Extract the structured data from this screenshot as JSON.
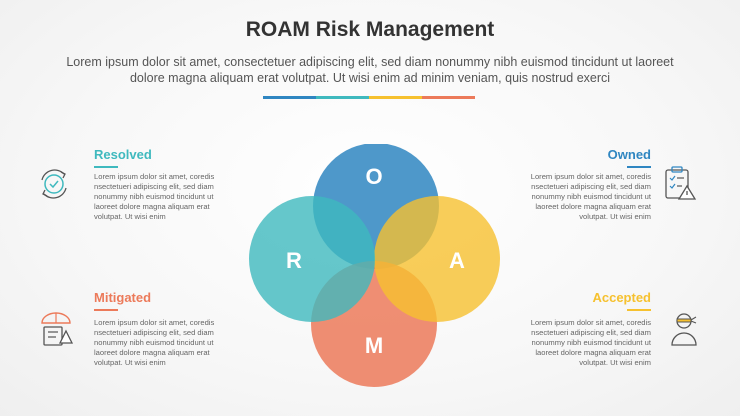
{
  "title": "ROAM Risk Management",
  "subtitle": "Lorem ipsum dolor sit amet, consectetuer adipiscing elit, sed diam nonummy nibh euismod tincidunt ut laoreet dolore magna aliquam erat volutpat. Ut wisi enim ad minim veniam, quis nostrud exerci",
  "colors": {
    "blue": "#2f86c1",
    "orange": "#f29b3c",
    "yellow": "#f6c12f",
    "red": "#ec7a5a",
    "teal": "#3fb9be"
  },
  "circles": {
    "o": "O",
    "r": "R",
    "a": "A",
    "m": "M"
  },
  "items": {
    "resolved": {
      "title": "Resolved",
      "text": "Lorem ipsum dolor sit amet, coredis nsectetueri adipiscing elit, sed diam nonummy nibh euismod tincidunt ut laoreet dolore magna aliquam erat volutpat. Ut wisi enim",
      "icon": "cycle-check-icon"
    },
    "owned": {
      "title": "Owned",
      "text": "Lorem ipsum dolor sit amet, coredis nsectetueri adipiscing elit, sed diam nonummy nibh euismod tincidunt ut laoreet dolore magna aliquam erat volutpat. Ut wisi enim",
      "icon": "clipboard-warning-icon"
    },
    "mitigated": {
      "title": "Mitigated",
      "text": "Lorem ipsum dolor sit amet, coredis nsectetueri adipiscing elit, sed diam nonummy nibh euismod tincidunt ut laoreet dolore magna aliquam erat volutpat. Ut wisi enim",
      "icon": "umbrella-shield-icon"
    },
    "accepted": {
      "title": "Accepted",
      "text": "Lorem ipsum dolor sit amet, coredis nsectetueri adipiscing elit, sed diam nonummy nibh euismod tincidunt ut laoreet dolore magna aliquam erat volutpat. Ut wisi enim",
      "icon": "person-bandana-icon"
    }
  }
}
